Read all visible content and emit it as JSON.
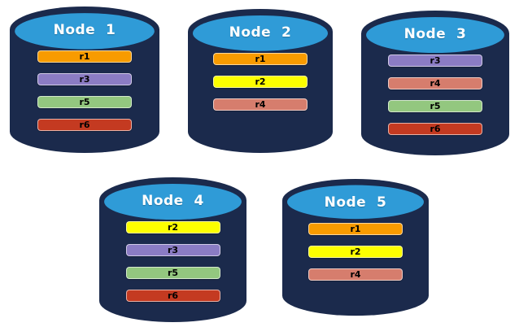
{
  "diagram": {
    "nodes": [
      {
        "title": "Node  1",
        "rows": [
          "r1",
          "r3",
          "r5",
          "r6"
        ]
      },
      {
        "title": "Node  2",
        "rows": [
          "r1",
          "r2",
          "r4"
        ]
      },
      {
        "title": "Node  3",
        "rows": [
          "r3",
          "r4",
          "r5",
          "r6"
        ]
      },
      {
        "title": "Node  4",
        "rows": [
          "r2",
          "r3",
          "r5",
          "r6"
        ]
      },
      {
        "title": "Node  5",
        "rows": [
          "r1",
          "r2",
          "r4"
        ]
      }
    ],
    "row_colors": {
      "r1": "#F89B00",
      "r2": "#FDFF00",
      "r3": "#8B7CC4",
      "r4": "#D67D6D",
      "r5": "#93C77F",
      "r6": "#C43A21"
    },
    "colors": {
      "cylinder_body": "#1B2A4C",
      "cylinder_top": "#2F9BD7",
      "title_text": "#FFFFFF",
      "row_text": "#000000",
      "background": "#FFFFFF"
    }
  }
}
